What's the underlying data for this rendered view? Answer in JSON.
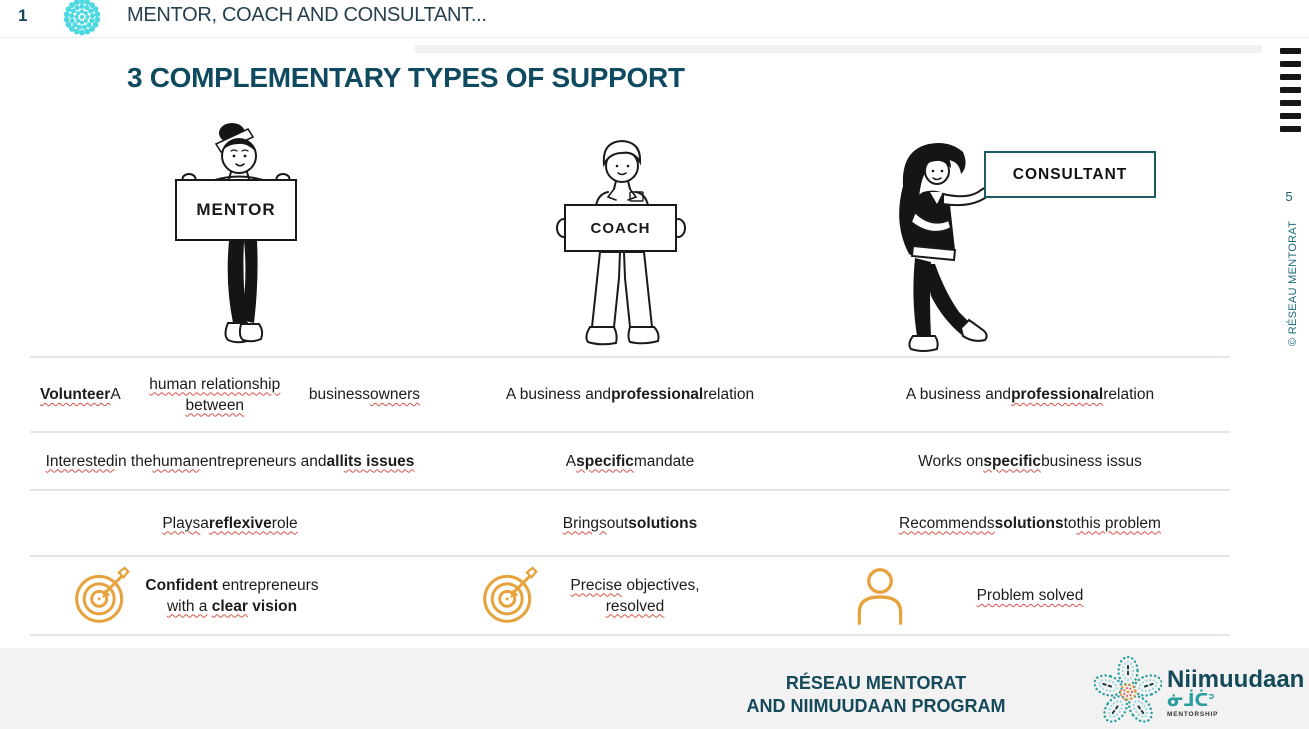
{
  "header": {
    "index": "1",
    "kicker": "MENTOR, COACH AND CONSULTANT...",
    "page_number": "5",
    "copyright_vertical": "© RÉSEAU MENTORAT"
  },
  "title": "3 COMPLEMENTARY TYPES OF SUPPORT",
  "signs": {
    "mentor": "MENTOR",
    "coach": "COACH",
    "consultant": "CONSULTANT"
  },
  "table": {
    "row1": {
      "mentor": [
        {
          "t": "Volunteer",
          "b": true,
          "sq": true
        },
        {
          "br": true
        },
        {
          "t": "A "
        },
        {
          "t": "human relationship between",
          "sq": true
        },
        {
          "br": true
        },
        {
          "t": "business "
        },
        {
          "t": "owners",
          "sq": true
        }
      ],
      "coach": [
        {
          "t": "A business and"
        },
        {
          "br": true
        },
        {
          "t": "professional",
          "b": true
        },
        {
          "t": " relation"
        }
      ],
      "consultant": [
        {
          "t": "A business and"
        },
        {
          "br": true
        },
        {
          "t": "professional",
          "b": true,
          "sq": true
        },
        {
          "t": " relation"
        }
      ]
    },
    "row2": {
      "mentor": [
        {
          "t": "Interested",
          "sq": true
        },
        {
          "t": " in the "
        },
        {
          "t": "human",
          "sq": true
        },
        {
          "t": " entrepreneurs and "
        },
        {
          "t": "all",
          "b": true
        },
        {
          "br": true
        },
        {
          "t": "its issues",
          "b": true,
          "sq": true
        }
      ],
      "coach": [
        {
          "t": "A "
        },
        {
          "t": "specific",
          "b": true,
          "sq": true
        },
        {
          "t": " mandate"
        }
      ],
      "consultant": [
        {
          "t": "Works on "
        },
        {
          "t": "specific",
          "b": true,
          "sq": true
        },
        {
          "br": true
        },
        {
          "t": "business issus"
        }
      ]
    },
    "row3": {
      "mentor": [
        {
          "t": "Plays",
          "sq": true
        },
        {
          "t": " a "
        },
        {
          "t": "reflexive",
          "b": true,
          "sq": true
        },
        {
          "t": " "
        },
        {
          "t": "role",
          "sq": true
        }
      ],
      "coach": [
        {
          "t": "Brings",
          "sq": true
        },
        {
          "t": " out "
        },
        {
          "t": "solutions",
          "b": true
        }
      ],
      "consultant": [
        {
          "t": "Recommends",
          "sq": true
        },
        {
          "t": " "
        },
        {
          "t": "solutions",
          "b": true
        },
        {
          "br": true
        },
        {
          "t": "to "
        },
        {
          "t": "this problem",
          "sq": true
        }
      ]
    },
    "row4": {
      "mentor": [
        {
          "t": "Confident",
          "b": true
        },
        {
          "t": " entrepreneurs"
        },
        {
          "br": true
        },
        {
          "t": "with a",
          "sq": true
        },
        {
          "t": " "
        },
        {
          "t": "clear",
          "b": true,
          "sq": true
        },
        {
          "t": " "
        },
        {
          "t": "vision",
          "b": true
        }
      ],
      "coach": [
        {
          "t": "Precise",
          "sq": true
        },
        {
          "t": " objectives,"
        },
        {
          "br": true
        },
        {
          "t": "resolved",
          "sq": true
        }
      ],
      "consultant": [
        {
          "t": "Problem solved",
          "sq": true
        }
      ]
    }
  },
  "icons": {
    "header": "dot-circle-icon",
    "mentor_outcome": "target-arrow-icon",
    "coach_outcome": "target-arrow-icon",
    "consultant_outcome": "person-icon",
    "menu": "menu-lines-icon",
    "footer_logo": "flower-logo-icon"
  },
  "footer": {
    "line1": "RÉSEAU MENTORAT",
    "line2": "AND NIIMUUDAAN PROGRAM",
    "logo_name": "Niimuudaan",
    "logo_syllabics": "ᓃᒨᑖᐣ",
    "logo_tagline": "MENTORSHIP"
  },
  "colors": {
    "accent_teal": "#14495A",
    "turquoise": "#4ED8E1",
    "orange": "#E6A23C",
    "squiggle_red": "#D9534A",
    "separator": "#DFE9E1",
    "footer_bg": "#F2F2F2",
    "consultant_box_border": "#1D5A63"
  }
}
